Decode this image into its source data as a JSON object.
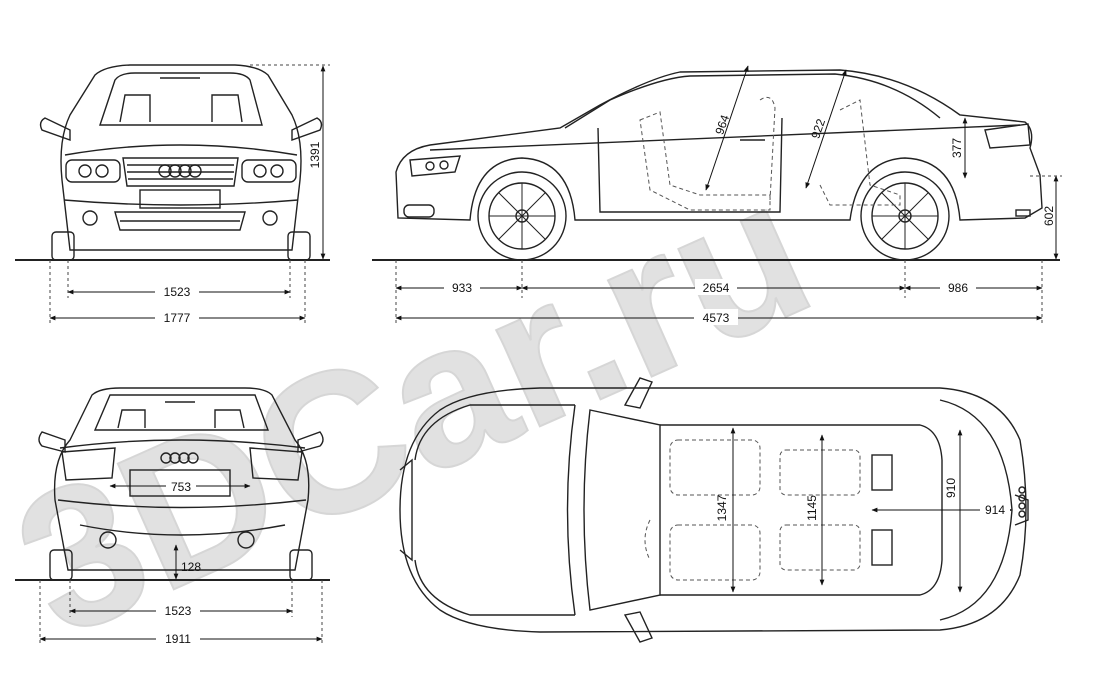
{
  "watermark": {
    "text": "3DCar.ru",
    "color": "#c9c9c9"
  },
  "colors": {
    "line": "#222222",
    "dash": "#555555",
    "paper": "#ffffff"
  },
  "dimensions": {
    "front_height": "1391",
    "front_track": "1523",
    "front_width": "1777",
    "wheelbase": "2654",
    "front_overhang": "933",
    "rear_overhang": "986",
    "overall_length": "4573",
    "front_headroom": "964",
    "rear_headroom": "922",
    "trunk_height": "377",
    "loading_sill": "602",
    "rear_plate_width": "753",
    "ground_clearance": "128",
    "rear_track": "1523",
    "mirror_width": "1911",
    "front_shoulder": "1347",
    "rear_shoulder": "1145",
    "trunk_width": "910",
    "trunk_length": "914"
  }
}
